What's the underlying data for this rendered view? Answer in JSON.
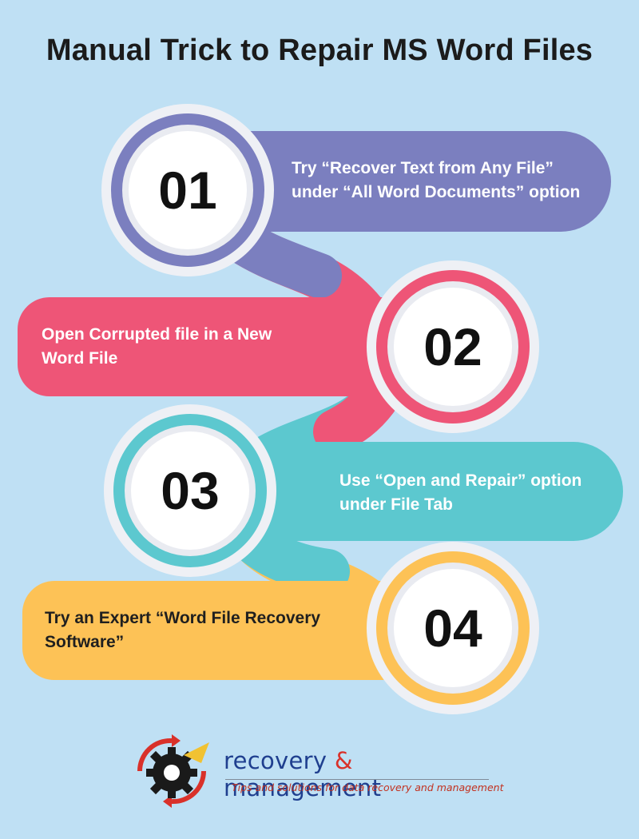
{
  "title": "Manual Trick to Repair MS Word Files",
  "steps": [
    {
      "number": "01",
      "text_lines": [
        "Try “Recover Text from Any File”",
        "under “All Word Documents” option"
      ],
      "color": "#7b7fbf"
    },
    {
      "number": "02",
      "text_lines": [
        "Open Corrupted file in a New",
        "Word File"
      ],
      "color": "#ee5577"
    },
    {
      "number": "03",
      "text_lines": [
        "Use “Open and Repair” option",
        "under File Tab"
      ],
      "color": "#5cc8cf"
    },
    {
      "number": "04",
      "text_lines": [
        "Try  an Expert “Word File Recovery",
        "Software”"
      ],
      "color": "#fdc256"
    }
  ],
  "logo": {
    "name_part1": "recovery",
    "name_amp": "&",
    "name_part2": "management",
    "tagline": "Tips and solutions for data recovery and management"
  },
  "colors": {
    "background": "#bfe0f4",
    "ring_outer": "#eef0f5",
    "logo_blue": "#1f3f8f",
    "logo_red": "#d9312a",
    "logo_yellow": "#f1c232"
  }
}
